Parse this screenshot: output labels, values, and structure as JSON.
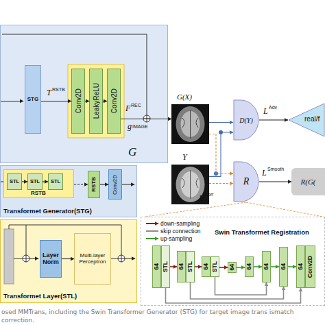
{
  "diagram": {
    "caption": "osed MMTrans, including the Swin Transformer Generator (STG) for target image trans ismatch correction.",
    "nodes": [
      {
        "text": [
          "G"
        ]
      },
      {
        "text": [
          "STG"
        ],
        "in": 0
      },
      {
        "text": [
          "Conv2D"
        ],
        "in": 0
      },
      {
        "text": [
          "LeakyReLU"
        ],
        "in": 0
      },
      {
        "text": [
          "Conv2D"
        ],
        "in": 0
      },
      {
        "text": [
          "G(X)"
        ]
      },
      {
        "text": [
          "Y"
        ]
      },
      {
        "text": [
          "D(Y)"
        ]
      },
      {
        "text": [
          "real/f"
        ]
      },
      {
        "text": [
          "R"
        ]
      },
      {
        "text": [
          "R(G("
        ]
      },
      {
        "text": [
          "Transformet Generator(STG)"
        ]
      },
      {
        "text": [
          "RSTB"
        ],
        "in": 11
      },
      {
        "text": [
          "STL"
        ],
        "in": 12
      },
      {
        "text": [
          "STL"
        ],
        "in": 12
      },
      {
        "text": [
          "STL"
        ],
        "in": 12
      },
      {
        "text": [
          "RSTB"
        ],
        "in": 11
      },
      {
        "text": [
          "Conv2D"
        ],
        "in": 11
      },
      {
        "text": [
          "Transformet Layer(STL)"
        ]
      },
      {
        "text": [
          "Layer Norm"
        ],
        "in": 18
      },
      {
        "text": [
          "Multi-layer Perceptron"
        ],
        "in": 18
      },
      {
        "text": [
          "Swin Transformet Registration"
        ]
      },
      {
        "text": [
          "64"
        ],
        "in": 21
      },
      {
        "text": [
          "STL"
        ],
        "in": 21
      },
      {
        "text": [
          "64"
        ],
        "in": 21
      },
      {
        "text": [
          "STL"
        ],
        "in": 21
      },
      {
        "text": [
          "64"
        ],
        "in": 21
      },
      {
        "text": [
          "STL"
        ],
        "in": 21
      },
      {
        "text": [
          "64"
        ],
        "in": 21
      },
      {
        "text": [
          "64"
        ],
        "in": 21
      },
      {
        "text": [
          "64"
        ],
        "in": 21
      },
      {
        "text": [
          "64"
        ],
        "in": 21
      },
      {
        "text": [
          "64"
        ],
        "in": 21
      },
      {
        "text": [
          "Conv2D"
        ],
        "in": 21
      }
    ],
    "edges": [
      {
        "from": 1,
        "to": 2,
        "arrow": "to"
      },
      {
        "from": 2,
        "to": 3,
        "arrow": "to"
      },
      {
        "from": 3,
        "to": 4,
        "arrow": "to"
      },
      {
        "from": 4,
        "to": 5,
        "arrow": "to"
      },
      {
        "from": 5,
        "to": 7,
        "arrow": "to"
      },
      {
        "from": 6,
        "to": 7,
        "arrow": "to"
      },
      {
        "from": 5,
        "to": 9,
        "arrow": "to"
      },
      {
        "from": 6,
        "to": 9,
        "arrow": "to"
      },
      {
        "from": 7,
        "to": 8,
        "arrow": "to"
      },
      {
        "from": 9,
        "to": 10,
        "arrow": "to"
      },
      {
        "from": 13,
        "to": 14,
        "arrow": "to"
      },
      {
        "from": 14,
        "to": 15,
        "arrow": "to"
      },
      {
        "from": 12,
        "to": 16,
        "arrow": "to"
      },
      {
        "from": 16,
        "to": 17,
        "arrow": "to"
      },
      {
        "from": 19,
        "to": 20,
        "arrow": "to"
      },
      {
        "from": 23,
        "to": 24,
        "arrow": "to"
      },
      {
        "from": 25,
        "to": 26,
        "arrow": "to"
      },
      {
        "from": 27,
        "to": 28,
        "arrow": "to"
      },
      {
        "from": 28,
        "to": 29,
        "arrow": "to"
      },
      {
        "from": 29,
        "to": 30,
        "arrow": "to"
      },
      {
        "from": 30,
        "to": 31,
        "arrow": "to"
      },
      {
        "from": 31,
        "to": 32,
        "arrow": "to"
      },
      {
        "from": 23,
        "to": 32,
        "arrow": "to"
      },
      {
        "from": 25,
        "to": 31,
        "arrow": "to"
      },
      {
        "from": 27,
        "to": 30,
        "arrow": "to"
      }
    ],
    "labels": [
      "T",
      "RSTB",
      "F",
      "REC",
      "g",
      "IMAGE",
      "L",
      "Adv",
      "L",
      "Smooth",
      "L",
      "Corr"
    ],
    "legend": [
      {
        "text": "down-sampling"
      },
      {
        "text": "skip connection"
      },
      {
        "text": "up-sampling"
      }
    ]
  }
}
